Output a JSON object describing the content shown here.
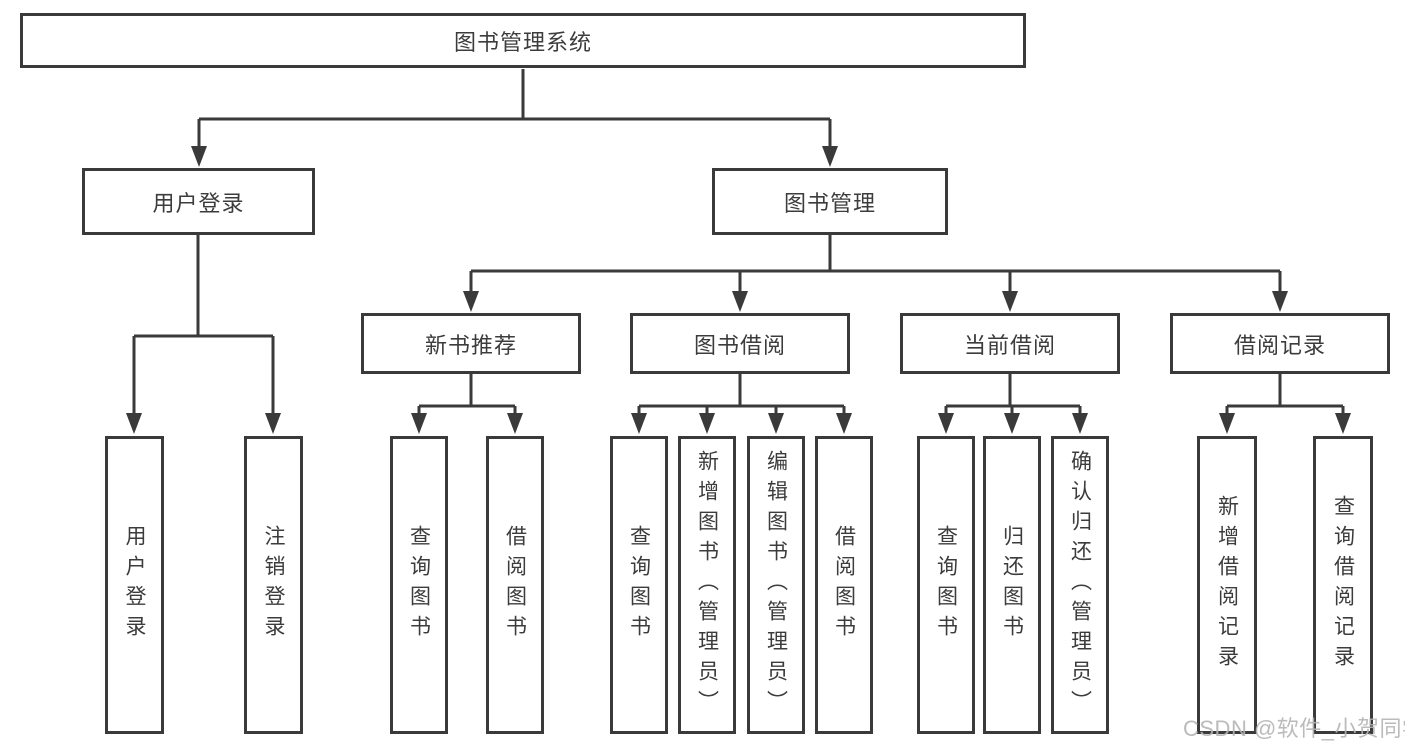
{
  "colors": {
    "line": "#3a3a3a",
    "text": "#3c3c3c",
    "box_background": "#ffffff",
    "watermark": "#b4b4b4"
  },
  "watermark": {
    "text": "CSDN @软件_小贺同学"
  },
  "tree": {
    "root": {
      "label": "图书管理系统"
    },
    "user_login": {
      "label": "用户登录",
      "children": [
        {
          "label": "用户登录"
        },
        {
          "label": "注销登录"
        }
      ]
    },
    "book_mgmt": {
      "label": "图书管理"
    },
    "new_books": {
      "label": "新书推荐",
      "children": [
        {
          "label": "查询图书"
        },
        {
          "label": "借阅图书"
        }
      ]
    },
    "book_borrow": {
      "label": "图书借阅",
      "children": [
        {
          "label": "查询图书"
        },
        {
          "label": "新增图书（管理员）"
        },
        {
          "label": "编辑图书（管理员）"
        },
        {
          "label": "借阅图书"
        }
      ]
    },
    "current_borrow": {
      "label": "当前借阅",
      "children": [
        {
          "label": "查询图书"
        },
        {
          "label": "归还图书"
        },
        {
          "label": "确认归还（管理员）"
        }
      ]
    },
    "borrow_records": {
      "label": "借阅记录",
      "children": [
        {
          "label": "新增借阅记录"
        },
        {
          "label": "查询借阅记录"
        }
      ]
    }
  }
}
